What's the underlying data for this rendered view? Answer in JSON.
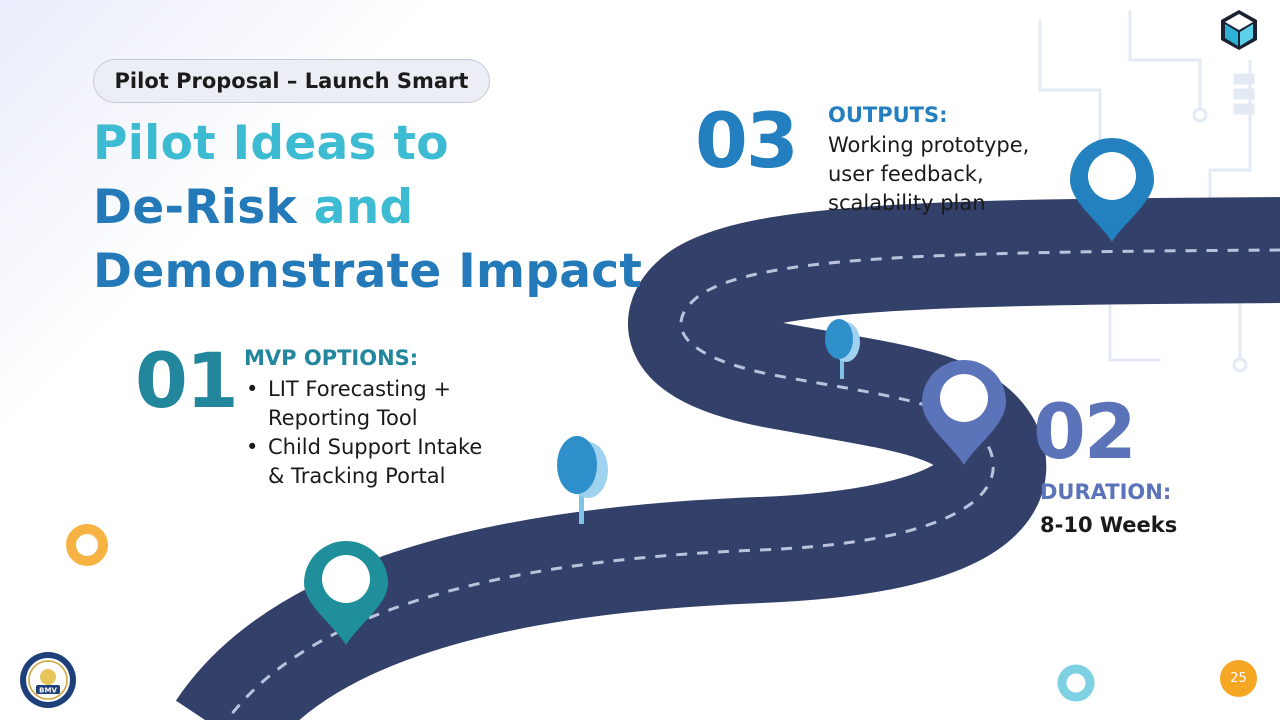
{
  "tag": "Pilot Proposal – Launch Smart",
  "title": {
    "line1": "Pilot Ideas to",
    "line2_a": "De-Risk",
    "line2_b": "and",
    "line3": "Demonstrate Impact"
  },
  "milestones": [
    {
      "number": "01",
      "heading": "MVP OPTIONS:",
      "bullets": [
        "LIT Forecasting + Reporting Tool",
        "Child Support Intake & Tracking Portal"
      ],
      "color": "#22879c"
    },
    {
      "number": "02",
      "heading": "DURATION:",
      "body": "8-10 Weeks",
      "color": "#5b73b8"
    },
    {
      "number": "03",
      "heading": "OUTPUTS:",
      "body": "Working prototype, user feedback, scalability plan",
      "color": "#237fbf"
    }
  ],
  "page_number": "25",
  "icons": [
    "map-pin-icon",
    "tree-icon",
    "cube-logo-icon",
    "bmv-seal-icon"
  ],
  "colors": {
    "road": "#33406a",
    "accent_teal": "#3cbbd2",
    "accent_blue": "#2479b8",
    "badge": "#f5a623"
  }
}
